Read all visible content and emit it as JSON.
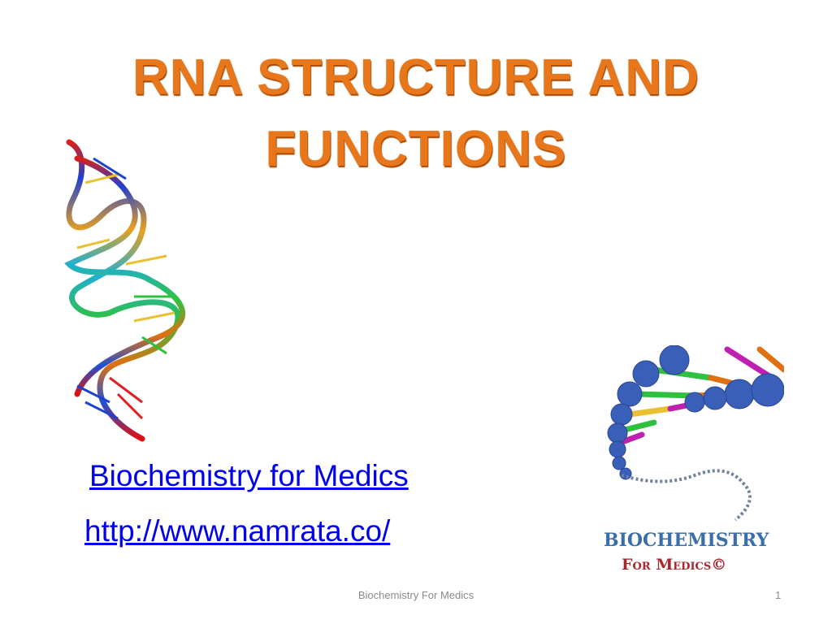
{
  "slide": {
    "title_line1": "RNA STRUCTURE AND",
    "title_line2": "FUNCTIONS",
    "link_name": "Biochemistry for Medics",
    "link_url": "http://www.namrata.co/",
    "footer": "Biochemistry For Medics",
    "page_number": "1"
  },
  "logo": {
    "line1": "BIOCHEMISTRY",
    "line2": "For Medics©"
  },
  "colors": {
    "title": "#e8761a",
    "link": "#0000ee",
    "footer": "#8a8a8a"
  }
}
